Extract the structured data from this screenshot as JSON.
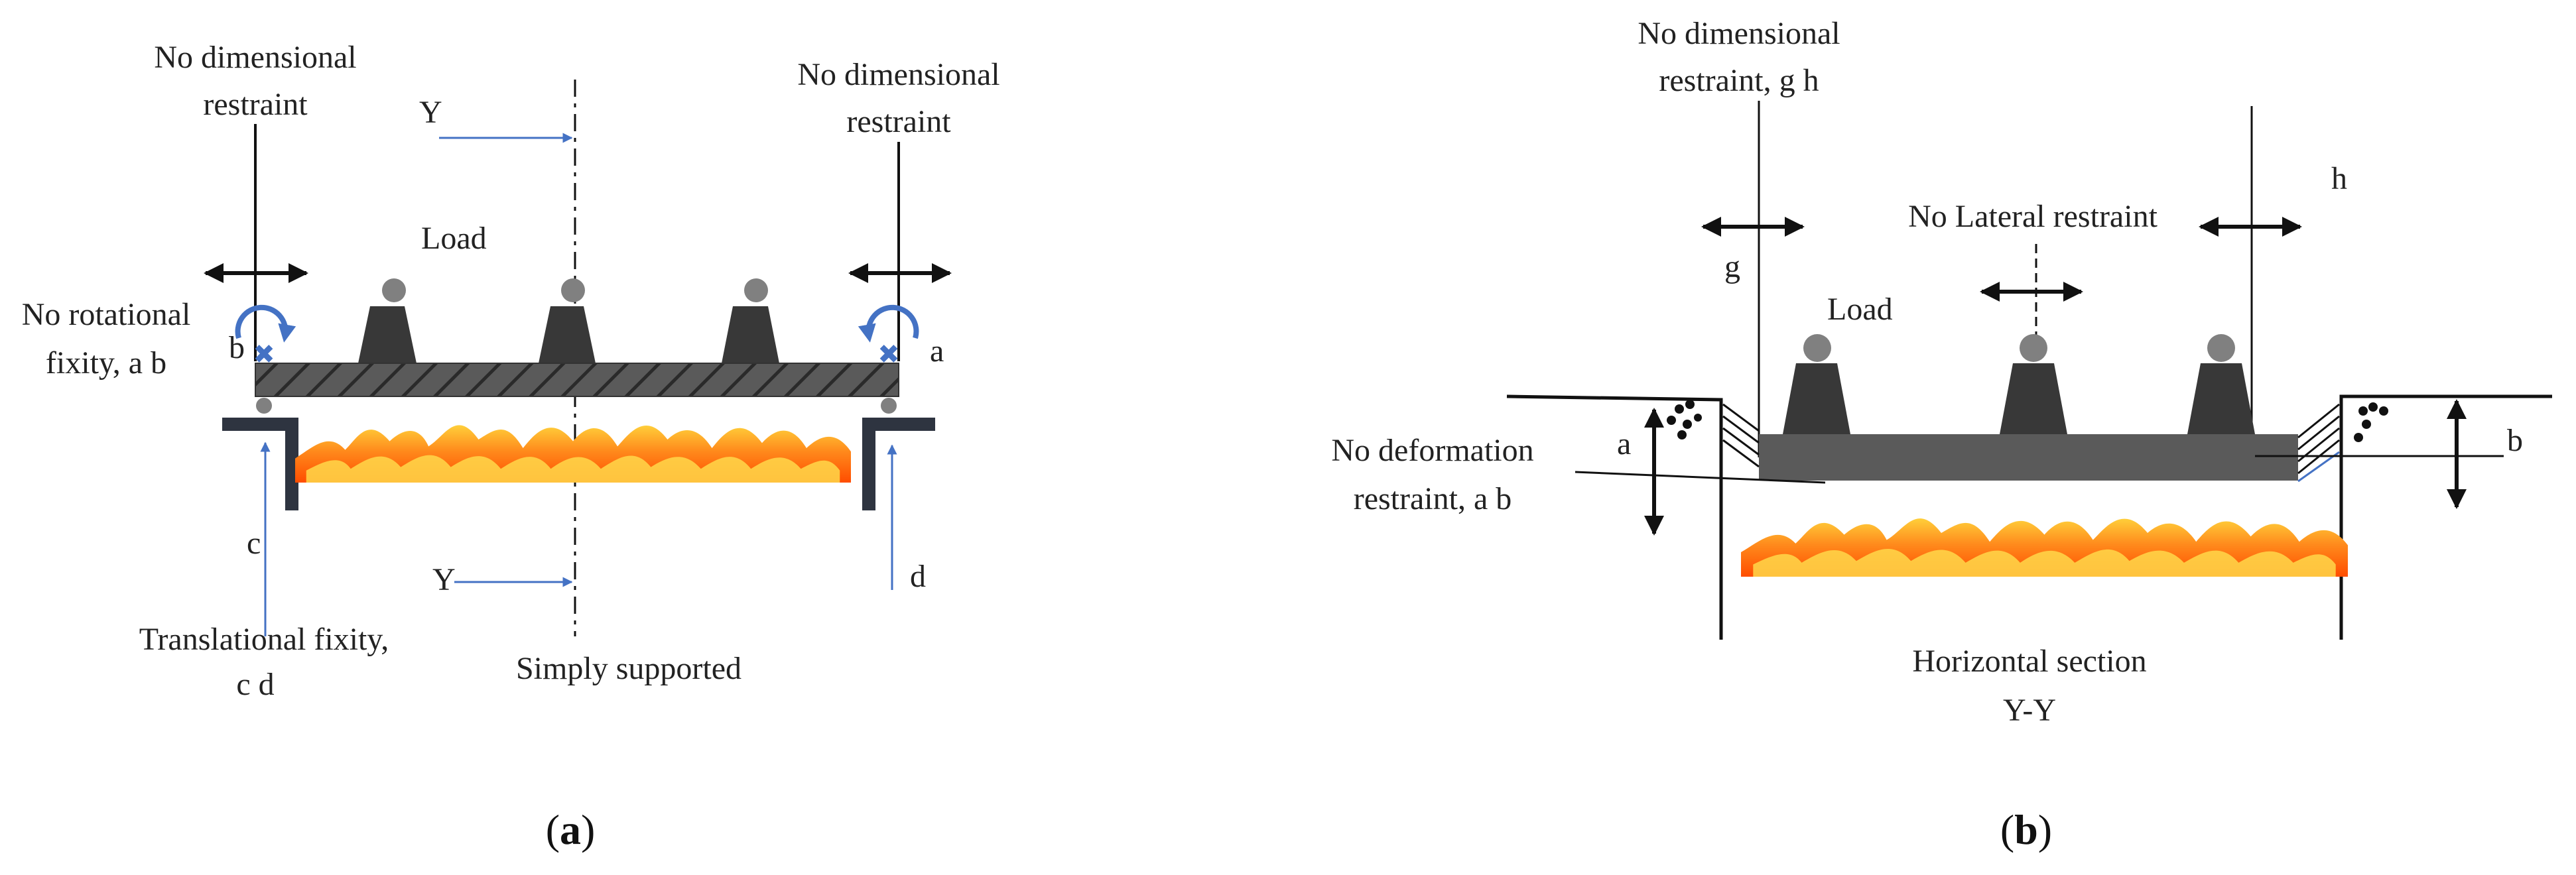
{
  "colors": {
    "ink": "#111111",
    "blue": "#4472c4",
    "beam": "#5a5a5a",
    "load": "#383838",
    "ball": "#808080",
    "flame_outer": "#ff7a1a",
    "flame_inner": "#ffd23a"
  },
  "icons": {
    "double_arrow": "double-headed-arrow-icon",
    "rotation": "curved-rotation-arrow-icon",
    "fixity": "x-mark-icon",
    "fire": "flame-icon",
    "load": "load-block-icon"
  },
  "panel_a": {
    "label_no_dim_left_1": "No dimensional",
    "label_no_dim_left_2": "restraint",
    "label_no_dim_right_1": "No dimensional",
    "label_no_dim_right_2": "restraint",
    "label_load": "Load",
    "label_no_rot_1": "No rotational",
    "label_no_rot_2": "fixity, a b",
    "label_a": "a",
    "label_b": "b",
    "label_c": "c",
    "label_d": "d",
    "label_y_top": "Y",
    "label_y_bottom": "Y",
    "label_trans_1": "Translational fixity,",
    "label_trans_2": "c d",
    "label_simply": "Simply supported",
    "caption_open": "(",
    "caption_letter": "a",
    "caption_close": ")"
  },
  "panel_b": {
    "label_no_dim_1": "No dimensional",
    "label_no_dim_2": "restraint, g h",
    "label_no_lat": "No Lateral restraint",
    "label_load": "Load",
    "label_g": "g",
    "label_h": "h",
    "label_a": "a",
    "label_b": "b",
    "label_no_def_1": "No deformation",
    "label_no_def_2": "restraint, a b",
    "label_section_1": "Horizontal section",
    "label_section_2": "Y-Y",
    "caption_open": "(",
    "caption_letter": "b",
    "caption_close": ")"
  }
}
